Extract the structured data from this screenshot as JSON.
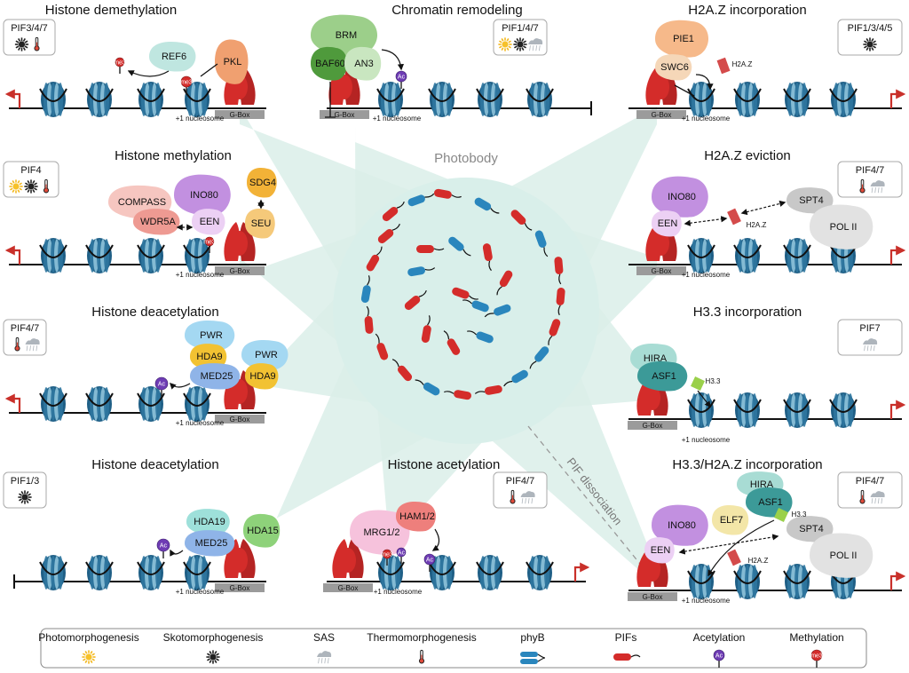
{
  "center": {
    "label": "Photobody"
  },
  "dissociation_label": "PIF dissociation",
  "common": {
    "gbox": "G-Box",
    "nucleosome": "+1 nucleosome",
    "me3": "me3",
    "ac": "Ac"
  },
  "panels": [
    {
      "id": "demethylation",
      "title": "Histone demethylation",
      "pifs": "PIF3/4/7",
      "icons": [
        "dark",
        "temp"
      ],
      "proteins": [
        {
          "label": "REF6",
          "color": "#bfe6e0",
          "text": "#111"
        },
        {
          "label": "PKL",
          "color": "#f0a070",
          "text": "#d22a22"
        }
      ]
    },
    {
      "id": "remodeling",
      "title": "Chromatin remodeling",
      "pifs": "PIF1/4/7",
      "icons": [
        "sun",
        "dark",
        "sas"
      ],
      "proteins": [
        {
          "label": "BRM",
          "color": "#9ccf8a",
          "text": "#d22a22"
        },
        {
          "label": "BAF60",
          "color": "#4f9a3c",
          "text": "#d22a22"
        },
        {
          "label": "AN3",
          "color": "#c9e6c0",
          "text": "#111"
        }
      ]
    },
    {
      "id": "h2az_incorp",
      "title": "H2A.Z incorporation",
      "pifs": "PIF1/3/4/5",
      "icons": [
        "dark"
      ],
      "proteins": [
        {
          "label": "PIE1",
          "color": "#f6b98a",
          "text": "#111"
        },
        {
          "label": "SWC6",
          "color": "#f5d7b8",
          "text": "#d22a22"
        }
      ],
      "extra": "H2A.Z"
    },
    {
      "id": "methylation",
      "title": "Histone methylation",
      "pifs": "PIF4",
      "icons": [
        "sun",
        "dark",
        "temp"
      ],
      "proteins": [
        {
          "label": "COMPASS",
          "color": "#f6c6c0",
          "text": "#111"
        },
        {
          "label": "WDR5A",
          "color": "#ee9a92",
          "text": "#111"
        },
        {
          "label": "INO80",
          "color": "#c290e0",
          "text": "#111"
        },
        {
          "label": "EEN",
          "color": "#ecd0f4",
          "text": "#d22a22"
        },
        {
          "label": "SDG4",
          "color": "#f2b237",
          "text": "#111"
        },
        {
          "label": "SEU",
          "color": "#f5c97a",
          "text": "#d22a22"
        }
      ]
    },
    {
      "id": "h2az_evict",
      "title": "H2A.Z eviction",
      "pifs": "PIF4/7",
      "icons": [
        "temp",
        "sas"
      ],
      "proteins": [
        {
          "label": "INO80",
          "color": "#c290e0",
          "text": "#111"
        },
        {
          "label": "EEN",
          "color": "#ecd0f4",
          "text": "#d22a22"
        },
        {
          "label": "SPT4",
          "color": "#c8c8c8",
          "text": "#111"
        },
        {
          "label": "POL II",
          "color": "#e2e2e2",
          "text": "#111"
        }
      ],
      "extra": "H2A.Z"
    },
    {
      "id": "deacetyl1",
      "title": "Histone deacetylation",
      "pifs": "PIF4/7",
      "icons": [
        "temp",
        "sas"
      ],
      "proteins": [
        {
          "label": "PWR",
          "color": "#a4d8f2",
          "text": "#111"
        },
        {
          "label": "HDA9",
          "color": "#f2c232",
          "text": "#111"
        },
        {
          "label": "MED25",
          "color": "#8fb4e8",
          "text": "#d22a22"
        },
        {
          "label": "PWR",
          "color": "#a4d8f2",
          "text": "#111"
        },
        {
          "label": "HDA9",
          "color": "#f2c232",
          "text": "#d22a22"
        }
      ]
    },
    {
      "id": "h33",
      "title": "H3.3 incorporation",
      "pifs": "PIF7",
      "icons": [
        "sas"
      ],
      "proteins": [
        {
          "label": "HIRA",
          "color": "#a8dcd4",
          "text": "#111"
        },
        {
          "label": "ASF1",
          "color": "#3c9a98",
          "text": "#d22a22"
        }
      ],
      "extra": "H3.3"
    },
    {
      "id": "deacetyl2",
      "title": "Histone deacetylation",
      "pifs": "PIF1/3",
      "icons": [
        "dark"
      ],
      "proteins": [
        {
          "label": "HDA19",
          "color": "#9ee0da",
          "text": "#d22a22"
        },
        {
          "label": "MED25",
          "color": "#8fb4e8",
          "text": "#d22a22"
        },
        {
          "label": "HDA15",
          "color": "#8ed27a",
          "text": "#d22a22"
        }
      ]
    },
    {
      "id": "acetylation",
      "title": "Histone acetylation",
      "pifs": "PIF4/7",
      "icons": [
        "temp",
        "sas"
      ],
      "proteins": [
        {
          "label": "MRG1/2",
          "color": "#f6c2dc",
          "text": "#d22a22"
        },
        {
          "label": "HAM1/2",
          "color": "#ee7f7c",
          "text": "#111"
        }
      ]
    },
    {
      "id": "h33_h2az",
      "title": "H3.3/H2A.Z incorporation",
      "pifs": "PIF4/7",
      "icons": [
        "temp",
        "sas"
      ],
      "proteins": [
        {
          "label": "HIRA",
          "color": "#a8dcd4",
          "text": "#111"
        },
        {
          "label": "ASF1",
          "color": "#3c9a98",
          "text": "#111"
        },
        {
          "label": "ELF7",
          "color": "#f3e6a8",
          "text": "#111"
        },
        {
          "label": "INO80",
          "color": "#c290e0",
          "text": "#111"
        },
        {
          "label": "EEN",
          "color": "#ecd0f4",
          "text": "#d22a22"
        },
        {
          "label": "SPT4",
          "color": "#c8c8c8",
          "text": "#111"
        },
        {
          "label": "POL II",
          "color": "#e2e2e2",
          "text": "#111"
        }
      ],
      "extra": "H3.3",
      "extra2": "H2A.Z"
    }
  ],
  "legend": [
    {
      "label": "Photomorphogenesis",
      "icon": "sun"
    },
    {
      "label": "Skotomorphogenesis",
      "icon": "dark"
    },
    {
      "label": "SAS",
      "icon": "sas"
    },
    {
      "label": "Thermomorphogenesis",
      "icon": "temp"
    },
    {
      "label": "phyB",
      "icon": "phyb"
    },
    {
      "label": "PIFs",
      "icon": "pif"
    },
    {
      "label": "Acetylation",
      "icon": "ac"
    },
    {
      "label": "Methylation",
      "icon": "me"
    }
  ],
  "colors": {
    "nucleosome": "#1f5f86",
    "nucleosome_light": "#8fc4dc",
    "pif": "#d42c2a",
    "phyb": "#2a86bd",
    "beam": "#dbeee9",
    "arrow_red": "#c9302a"
  }
}
